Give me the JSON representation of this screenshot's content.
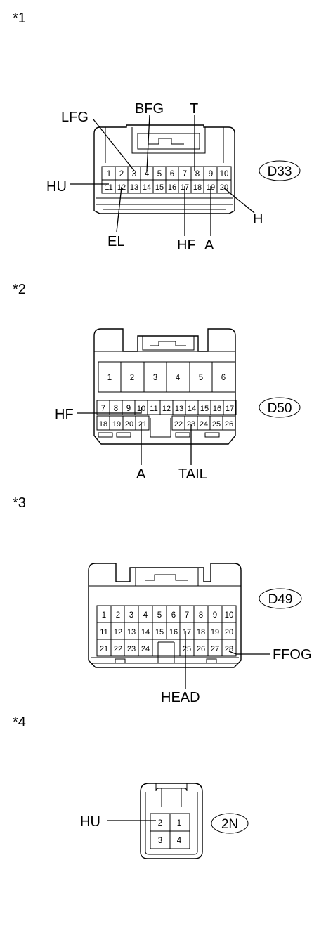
{
  "sections": [
    {
      "marker": "*1",
      "connector_id": "D33",
      "pins": [
        "1",
        "2",
        "3",
        "4",
        "5",
        "6",
        "7",
        "8",
        "9",
        "10",
        "11",
        "12",
        "13",
        "14",
        "15",
        "16",
        "17",
        "18",
        "19",
        "20"
      ],
      "labels": [
        "LFG",
        "BFG",
        "T",
        "HU",
        "H",
        "EL",
        "HF",
        "A"
      ]
    },
    {
      "marker": "*2",
      "connector_id": "D50",
      "pins": [
        "1",
        "2",
        "3",
        "4",
        "5",
        "6",
        "7",
        "8",
        "9",
        "10",
        "11",
        "12",
        "13",
        "14",
        "15",
        "16",
        "17",
        "18",
        "19",
        "20",
        "21",
        "22",
        "23",
        "24",
        "25",
        "26"
      ],
      "labels": [
        "HF",
        "A",
        "TAIL"
      ]
    },
    {
      "marker": "*3",
      "connector_id": "D49",
      "pins": [
        "1",
        "2",
        "3",
        "4",
        "5",
        "6",
        "7",
        "8",
        "9",
        "10",
        "11",
        "12",
        "13",
        "14",
        "15",
        "16",
        "17",
        "18",
        "19",
        "20",
        "21",
        "22",
        "23",
        "24",
        "25",
        "26",
        "27",
        "28"
      ],
      "labels": [
        "FFOG",
        "HEAD"
      ]
    },
    {
      "marker": "*4",
      "connector_id": "2N",
      "pins": [
        "1",
        "2",
        "3",
        "4"
      ],
      "labels": [
        "HU"
      ]
    }
  ]
}
